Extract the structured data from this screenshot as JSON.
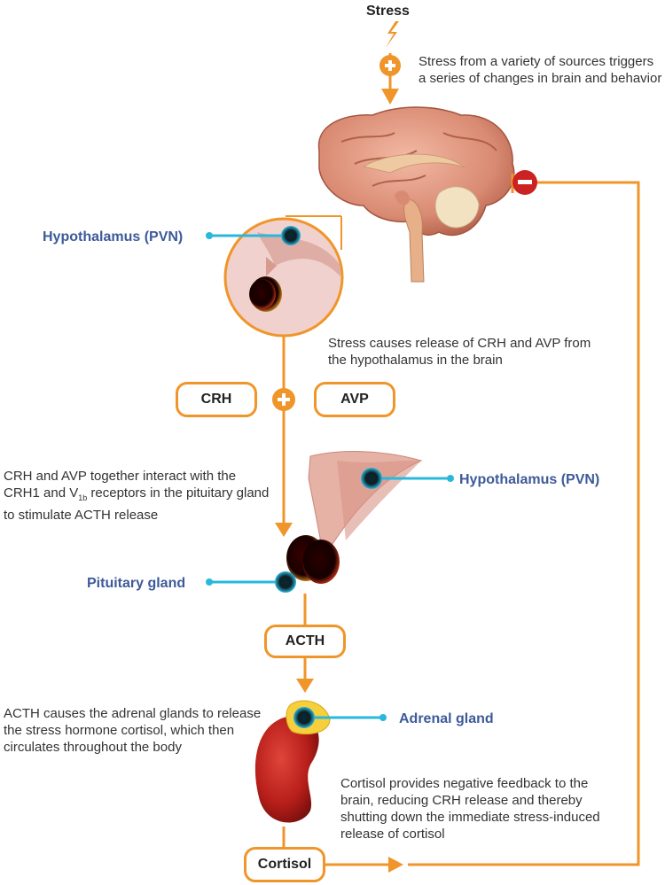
{
  "title": "Stress",
  "notes": {
    "stress_sources": "Stress from a variety of sources triggers a series of changes in brain and behavior",
    "crh_avp_release": "Stress causes release of CRH and AVP from the hypothalamus in the brain",
    "receptor_interaction_a": "CRH and AVP together interact with the CRH1 and V",
    "receptor_sub": "1b",
    "receptor_interaction_b": " receptors in the pituitary gland to stimulate ACTH release",
    "acth_effect": "ACTH causes the adrenal glands to release the stress hormone cortisol, which then circulates throughout the body",
    "cortisol_feedback": "Cortisol provides negative feedback to the brain, reducing CRH release and thereby shutting down the immediate stress-induced release of cortisol"
  },
  "labels": {
    "hypothalamus_top": "Hypothalamus (PVN)",
    "hypothalamus_mid": "Hypothalamus (PVN)",
    "pituitary": "Pituitary gland",
    "adrenal": "Adrenal gland"
  },
  "boxes": {
    "crh": "CRH",
    "avp": "AVP",
    "acth": "ACTH",
    "cortisol": "Cortisol"
  },
  "colors": {
    "arrow": "#f0952a",
    "label_blue": "#3d5a99",
    "pointer_cyan": "#29b8dc",
    "inhibit_red": "#cc2222"
  },
  "icons": {
    "stimulate": "plus-circle-icon",
    "inhibit": "minus-circle-icon",
    "stress": "lightning-bolt-icon"
  }
}
